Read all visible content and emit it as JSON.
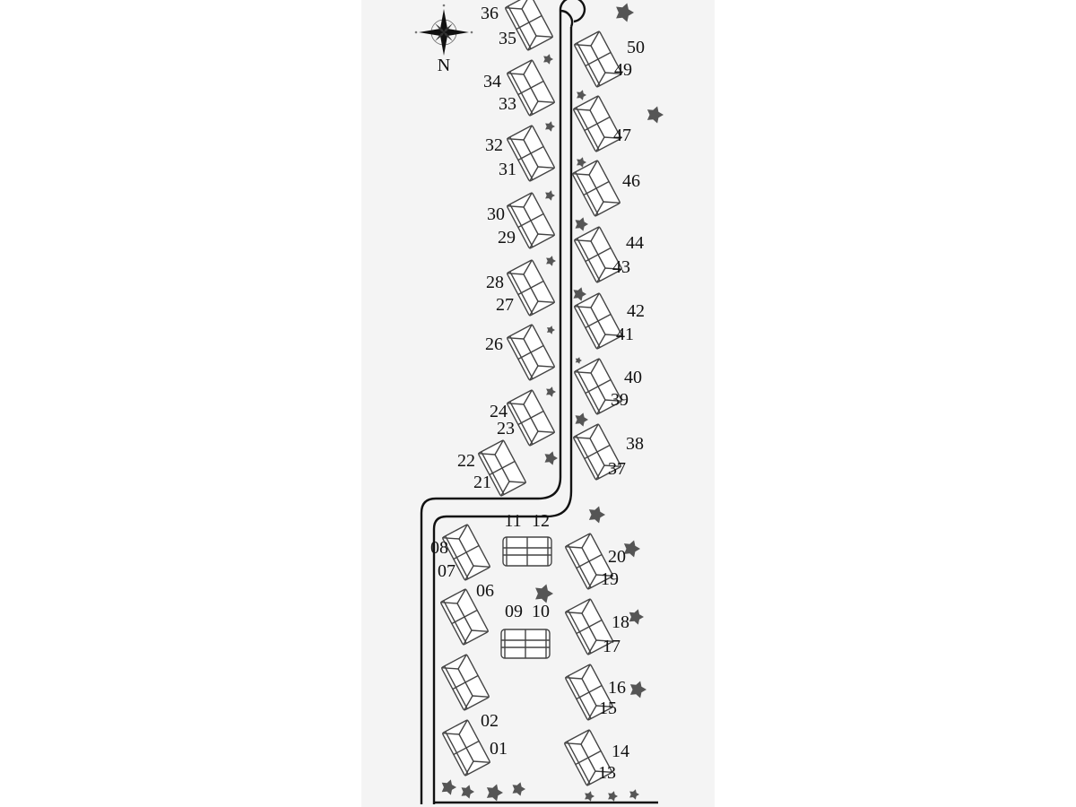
{
  "compass": {
    "label": "N",
    "icon": "compass-rose-icon"
  },
  "colors": {
    "road": "#111111",
    "tree": "#555555",
    "house_stroke": "#444444",
    "paper": "#f4f4f4"
  },
  "houses": [
    {
      "ids": [
        "36",
        "35"
      ],
      "orientation": "diagonal"
    },
    {
      "ids": [
        "34",
        "33"
      ],
      "orientation": "diagonal"
    },
    {
      "ids": [
        "32",
        "31"
      ],
      "orientation": "diagonal"
    },
    {
      "ids": [
        "30",
        "29"
      ],
      "orientation": "diagonal"
    },
    {
      "ids": [
        "28",
        "27"
      ],
      "orientation": "diagonal"
    },
    {
      "ids": [
        "26"
      ],
      "orientation": "diagonal"
    },
    {
      "ids": [
        "24",
        "23"
      ],
      "orientation": "diagonal"
    },
    {
      "ids": [
        "22",
        "21"
      ],
      "orientation": "diagonal"
    },
    {
      "ids": [
        "50",
        "49"
      ],
      "orientation": "diagonal"
    },
    {
      "ids": [
        "47"
      ],
      "orientation": "diagonal"
    },
    {
      "ids": [
        "46"
      ],
      "orientation": "diagonal"
    },
    {
      "ids": [
        "44",
        "43"
      ],
      "orientation": "diagonal"
    },
    {
      "ids": [
        "42",
        "41"
      ],
      "orientation": "diagonal"
    },
    {
      "ids": [
        "40",
        "39"
      ],
      "orientation": "diagonal"
    },
    {
      "ids": [
        "38",
        "37"
      ],
      "orientation": "diagonal"
    },
    {
      "ids": [
        "08",
        "07"
      ],
      "orientation": "diagonal"
    },
    {
      "ids": [
        "06"
      ],
      "orientation": "diagonal"
    },
    {
      "ids": [],
      "orientation": "diagonal"
    },
    {
      "ids": [
        "02",
        "01"
      ],
      "orientation": "diagonal"
    },
    {
      "ids": [
        "11",
        "12"
      ],
      "orientation": "horizontal"
    },
    {
      "ids": [
        "09",
        "10"
      ],
      "orientation": "horizontal"
    },
    {
      "ids": [
        "20",
        "19"
      ],
      "orientation": "diagonal"
    },
    {
      "ids": [
        "18",
        "17"
      ],
      "orientation": "diagonal"
    },
    {
      "ids": [
        "16",
        "15"
      ],
      "orientation": "diagonal"
    },
    {
      "ids": [
        "14",
        "13"
      ],
      "orientation": "diagonal"
    }
  ]
}
